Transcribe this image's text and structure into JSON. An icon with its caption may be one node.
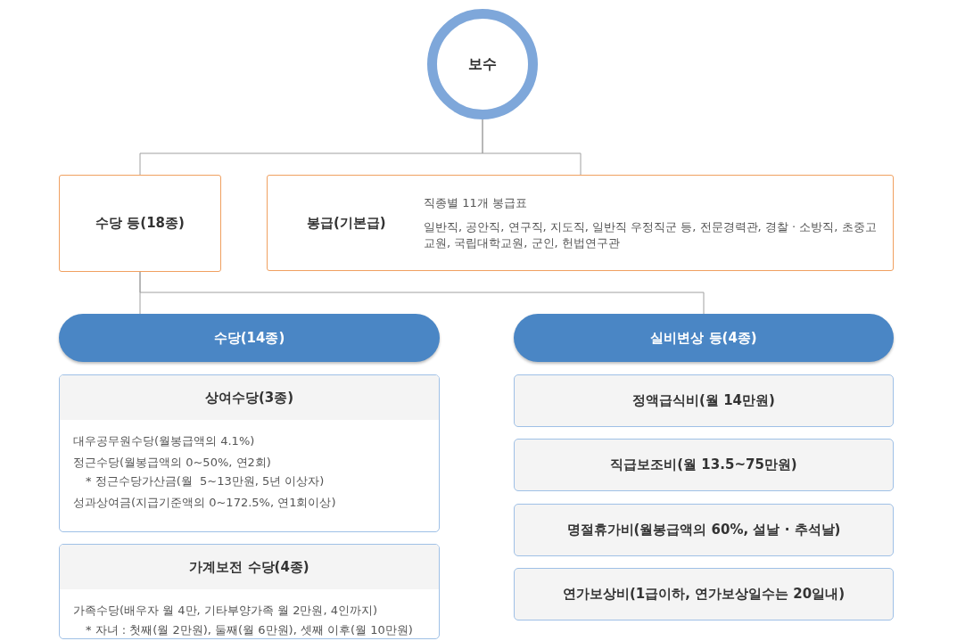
{
  "diagram": {
    "nodes": [
      {
        "text": [
          "보수"
        ]
      },
      {
        "text": [
          "수당 등(18종)"
        ]
      },
      {
        "text": [
          "봉급(기본급)",
          "직종별 11개 봉급표",
          "일반직, 공안직, 연구직, 지도직, 일반직 우정직군 등, 전문경력관, 경찰 · 소방직, 초중고교원, 국립대학교원, 군인, 헌법연구관"
        ]
      },
      {
        "text": [
          "수당(14종)"
        ]
      },
      {
        "text": [
          "실비변상 등(4종)"
        ]
      },
      {
        "text": [
          "상여수당(3종)",
          "대우공무원수당(월봉급액의 4.1%)",
          "정근수당(월봉급액의 0~50%, 연2회)",
          "* 정근수당가산금(월  5~13만원, 5년 이상자)",
          "성과상여금(지급기준액의 0~172.5%, 연1회이상)"
        ]
      },
      {
        "text": [
          "가계보전 수당(4종)",
          "가족수당(배우자 월 4만, 기타부양가족 월 2만원, 4인까지)",
          "* 자녀 : 첫째(월 2만원), 둘째(월 6만원), 셋째 이후(월 10만원)"
        ]
      },
      {
        "text": [
          "정액급식비(월 14만원)"
        ]
      },
      {
        "text": [
          "직급보조비(월 13.5~75만원)"
        ]
      },
      {
        "text": [
          "명절휴가비(월봉급액의 60%, 설날 · 추석날)"
        ]
      },
      {
        "text": [
          "연가보상비(1급이하, 연가보상일수는 20일내)"
        ]
      }
    ],
    "edges": [
      {
        "from": 0,
        "to": 1,
        "arrow": "none"
      },
      {
        "from": 0,
        "to": 2,
        "arrow": "none"
      },
      {
        "from": 1,
        "to": 3,
        "arrow": "none"
      },
      {
        "from": 1,
        "to": 4,
        "arrow": "none"
      }
    ]
  }
}
